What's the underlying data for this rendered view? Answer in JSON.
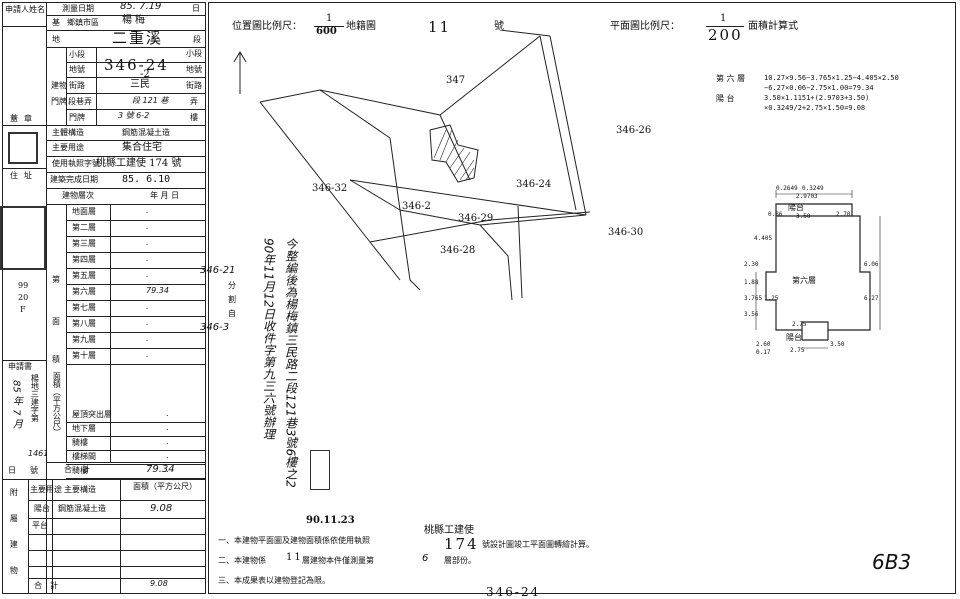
{
  "left_form": {
    "applicant_label": "申請人姓名",
    "survey_date_label": "測量日期",
    "survey_date_value": "85. 7.19",
    "survey_date_unit": "日",
    "base_label": "基",
    "township_label": "鄉鎮市區",
    "township_value": "楊梅",
    "section_label": "二重溪",
    "section_suffix": "段",
    "location_label": "地",
    "small_section_label": "小段",
    "small_section_suffix": "小段",
    "lot_label": "地號",
    "lot_value": "346-24",
    "lot_sub": "-2",
    "lot_suffix": "地號",
    "building_label": "建物",
    "street_label": "街路",
    "street_value": "三民",
    "street_suffix": "街路",
    "door_label": "門牌",
    "lane_label": "段巷弄",
    "lane_value": "段 121 巷",
    "lane_suffix": "弄",
    "number_label": "門牌",
    "number_value": "3 號 6-2",
    "number_suffix": "樓",
    "stamp_label": "蓋章",
    "structure_label": "主體構造",
    "structure_value": "鋼筋混凝土造",
    "usage_label": "主要用途",
    "usage_value": "集合住宅",
    "permit_label": "使用執照字號",
    "permit_value": "桃縣工建使 174 號",
    "completion_label": "建築完成日期",
    "completion_value": "85. 6.10",
    "address_label": "住址",
    "area_header_floor": "建物層次",
    "area_header_date": "年 月 日",
    "floors": [
      {
        "name": "地面層",
        "value": "."
      },
      {
        "name": "第二層",
        "value": "."
      },
      {
        "name": "第三層",
        "value": "."
      },
      {
        "name": "第四層",
        "value": "."
      },
      {
        "name": "第五層",
        "value": "."
      },
      {
        "name": "第六層",
        "value": "79.34"
      },
      {
        "name": "第七層",
        "value": "."
      },
      {
        "name": "第八層",
        "value": "."
      },
      {
        "name": "第九層",
        "value": "."
      },
      {
        "name": "第十層",
        "value": "."
      }
    ],
    "area_col_label": "面積（平方公尺）",
    "floor_side_1": "第",
    "floor_side_2": "面",
    "floor_side_3": "積",
    "floors_extra": [
      {
        "name": "屋頂突出層",
        "value": "."
      },
      {
        "name": "地下層",
        "value": "."
      },
      {
        "name": "騎樓",
        "value": "."
      },
      {
        "name": "樓梯間",
        "value": "."
      },
      {
        "name": "騎樓",
        "value": "."
      }
    ],
    "total_label": "合計",
    "total_value": "79.34",
    "apply_label": "申請書",
    "apply_hw": "楊地三建字第",
    "apply_num": "85 年 7 月",
    "apply_num2": "1461",
    "date_label": "日號",
    "side_99": "99",
    "side_20": "20",
    "side_f": "F",
    "attached_label": "附屬建物",
    "attached_header_use": "主要用途",
    "attached_header_struct": "主要構造",
    "attached_header_area": "面積（平方公尺）",
    "attached_row1_use": "陽台",
    "attached_row1_struct": "鋼筋混凝土造",
    "attached_row1_value": "9.08",
    "attached_row2_use": "平台",
    "attached_total_label": "合計",
    "attached_total_value": "9.08",
    "right_margin_label": "附建物"
  },
  "header": {
    "location_scale_label": "位置圖比例尺：",
    "location_scale_num": "1",
    "location_scale_den": "600",
    "map_label": "地籍圖",
    "map_number": "11",
    "map_suffix": "號",
    "plan_scale_label": "平面圖比例尺：",
    "plan_scale_num": "1",
    "plan_scale_den": "200",
    "area_calc_label": "面積計算式"
  },
  "area_calc": {
    "row1_label": "第 六 層",
    "row1_formula": "10.27×9.56−3.765×1.25−4.405×2.50",
    "row1_formula2": "−6.27×0.06−2.75×1.00=79.34",
    "row2_label": "陽 台",
    "row2_formula": "3.50×1.1151+(2.9703+3.50)",
    "row2_formula2": "×0.3249/2+2.75×1.50=9.08"
  },
  "site_map": {
    "lots": [
      "347",
      "346-26",
      "346-32",
      "346-2",
      "346-24",
      "346-29",
      "346-28",
      "346-30"
    ],
    "side_lot_a": "346-21",
    "side_note_1": "分",
    "side_note_2": "割",
    "side_note_3": "自",
    "side_lot_b": "346-3",
    "vertical_note": "今整編後為楊梅鎮三民路二段121巷3號6樓之2",
    "vertical_note2": "90年11月12日收件字第九三六號辦理",
    "stamp_date": "90.11.23"
  },
  "floor_plan": {
    "label_floor": "第六層",
    "label_balcony_top": "陽台",
    "label_balcony_bottom": "陽台",
    "dims": [
      "0.2649",
      "0.3249",
      "2.9703",
      "0.86",
      "3.50",
      "2.70",
      "4.405",
      "2.30",
      "6.06",
      "1.25",
      "3.765",
      "6.27",
      "3.56",
      "2.75",
      "2.60",
      "2.75",
      "3.50",
      "0.17",
      "1.88"
    ]
  },
  "notes": {
    "note1": "一、本建物平面圖及建物面積係依使用執照",
    "note2": "二、本建物係",
    "note2_num": "11",
    "note2_b": "層建物本件僅測量第",
    "note2_floor": "6",
    "note2_c": "層部份。",
    "note3": "三、本成果表以建物登記為限。",
    "permit_line": "桃縣工建使",
    "permit_num": "174",
    "permit_tail": "號設計圖竣工平面圖轉繪計算。"
  },
  "corner_mark": "6B3",
  "bottom_strip": "346-24"
}
